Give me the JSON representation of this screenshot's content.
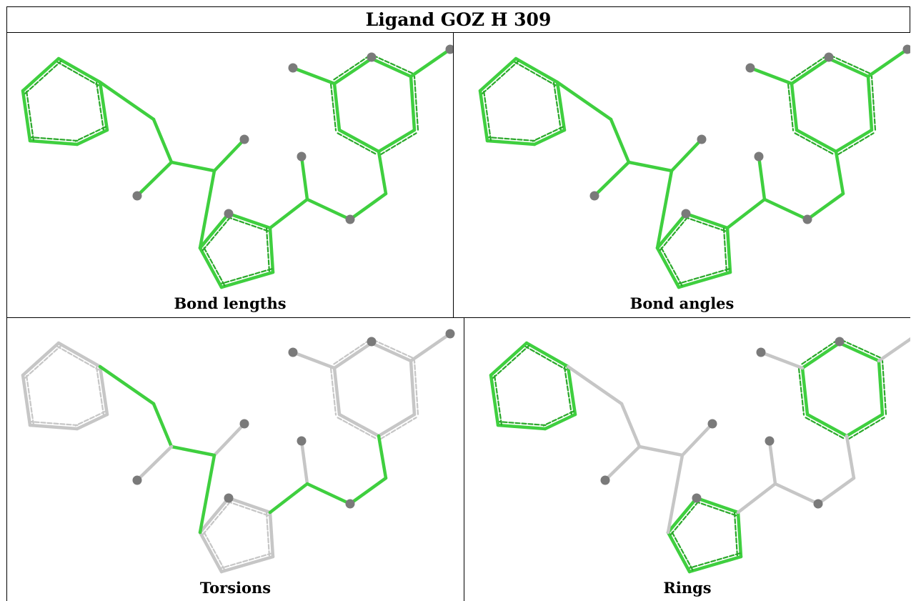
{
  "title": "Ligand GOZ H 309",
  "panels": [
    {
      "caption": "Bond lengths"
    },
    {
      "caption": "Bond angles"
    },
    {
      "caption": "Torsions"
    },
    {
      "caption": "Rings"
    }
  ],
  "colors": {
    "highlight": "#3fcf3f",
    "highlight_dark": "#2aa82a",
    "skeleton": "#c6c6c6",
    "atom": "#7a7a7a",
    "border": "#000000"
  }
}
